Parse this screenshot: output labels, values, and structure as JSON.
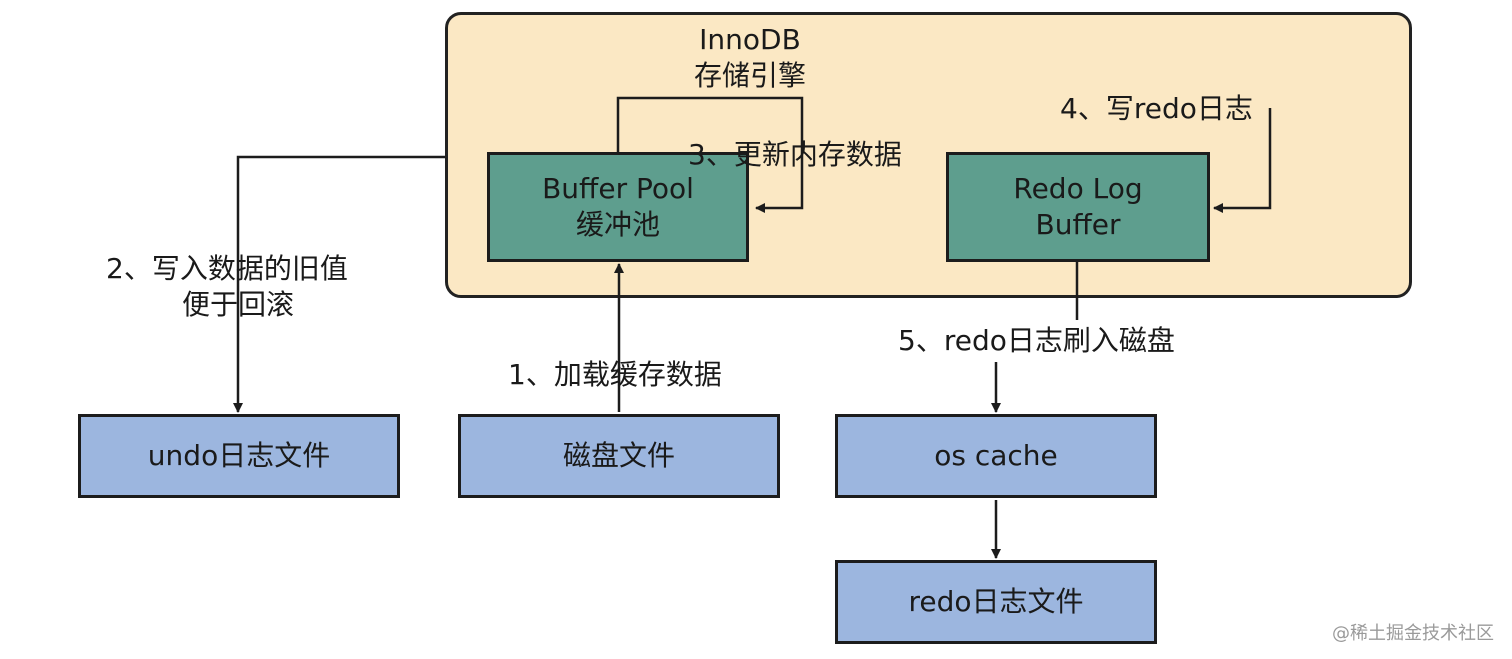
{
  "engine": {
    "title_line1": "InnoDB",
    "title_line2": "存储引擎"
  },
  "boxes": {
    "buffer_pool": {
      "line1": "Buffer Pool",
      "line2": "缓冲池"
    },
    "redo_log_buffer": {
      "line1": "Redo Log",
      "line2": "Buffer"
    },
    "undo_file": {
      "label": "undo日志文件"
    },
    "disk_file": {
      "label": "磁盘文件"
    },
    "os_cache": {
      "label": "os cache"
    },
    "redo_file": {
      "label": "redo日志文件"
    }
  },
  "steps": {
    "step1": "1、加载缓存数据",
    "step2_line1": "2、写入数据的旧值",
    "step2_line2": "便于回滚",
    "step3": "3、更新内存数据",
    "step4": "4、写redo日志",
    "step5": "5、redo日志刷入磁盘"
  },
  "watermark": "@稀土掘金技术社区",
  "colors": {
    "engine_bg": "#fbe8c4",
    "green_box": "#5e9e8e",
    "blue_box": "#9cb6df",
    "line": "#1c1c1c"
  }
}
